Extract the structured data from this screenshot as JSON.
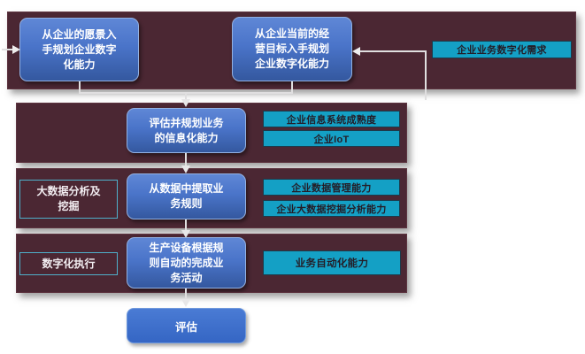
{
  "colors": {
    "band_background": "#4b2733",
    "blue_box_top": "#5f87d6",
    "blue_box_bottom": "#34589f",
    "teal_tag_background": "#14a0c5",
    "teal_tag_text": "#241d27",
    "box_text": "#ffffff",
    "connector": "#e8e7e8"
  },
  "band1": {
    "vision_box": "从企业的愿景入\n手规划企业数字\n化能力",
    "goal_box": "从企业当前的经\n营目标入手规划\n企业数字化能力",
    "demand_tag": "企业业务数字化需求"
  },
  "band2": {
    "main_box": "评估并规划业务\n的信息化能力",
    "tags": [
      "企业信息系统成熟度",
      "企业IoT"
    ]
  },
  "band3": {
    "stage_label": "大数据分析及\n挖掘",
    "main_box": "从数据中提取业\n务规则",
    "tags": [
      "企业数据管理能力",
      "企业大数据挖掘分析能力"
    ]
  },
  "band4": {
    "stage_label": "数字化执行",
    "main_box": "生产设备根据规\n则自动的完成业\n务活动",
    "tags": [
      "业务自动化能力"
    ]
  },
  "final": {
    "evaluate_box": "评估"
  }
}
